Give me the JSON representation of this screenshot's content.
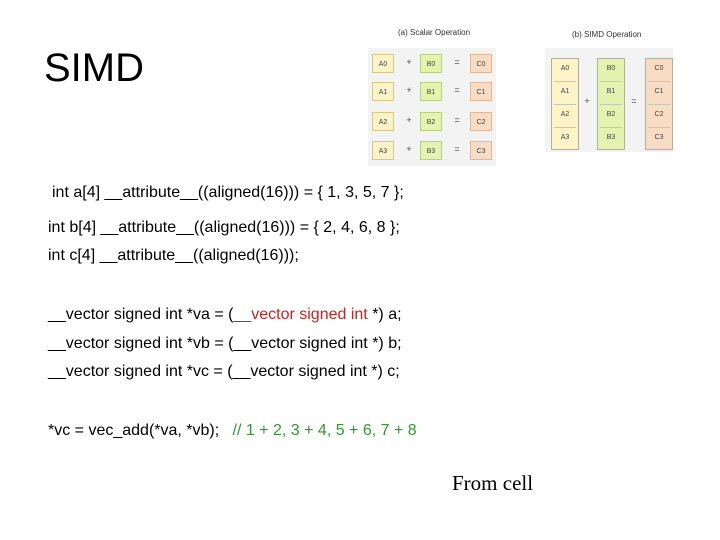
{
  "slide": {
    "title": "SIMD"
  },
  "figure": {
    "scalar_caption": "(a) Scalar Operation",
    "simd_caption": "(b) SIMD Operation",
    "scalar_rows": [
      {
        "a": "A0",
        "op": "+",
        "b": "B0",
        "eq": "=",
        "c": "C0"
      },
      {
        "a": "A1",
        "op": "+",
        "b": "B1",
        "eq": "=",
        "c": "C1"
      },
      {
        "a": "A2",
        "op": "+",
        "b": "B2",
        "eq": "=",
        "c": "C2"
      },
      {
        "a": "A3",
        "op": "+",
        "b": "B3",
        "eq": "=",
        "c": "C3"
      }
    ],
    "simd_a": [
      "A0",
      "A1",
      "A2",
      "A3"
    ],
    "simd_b": [
      "B0",
      "B1",
      "B2",
      "B3"
    ],
    "simd_c": [
      "C0",
      "C1",
      "C2",
      "C3"
    ],
    "simd_op": "+",
    "simd_eq": "="
  },
  "code": {
    "line1": "int a[4] __attribute__((aligned(16))) = { 1, 3, 5, 7 };",
    "line2": "int b[4] __attribute__((aligned(16))) = { 2, 4, 6, 8 };",
    "line3": "int c[4] __attribute__((aligned(16)));",
    "line4_pre": "__vector signed int *va = (",
    "line4_red": "__vector signed int",
    "line4_post": " *) a;",
    "line5": "__vector signed int *vb = (__vector signed int *) b;",
    "line6": "__vector signed int *vc = (__vector signed int *) c;",
    "line7_code": "*vc = vec_add(*va, *vb);   ",
    "line7_comment": "// 1 + 2, 3 + 4, 5 + 6, 7 + 8"
  },
  "footer": {
    "source": "From cell"
  },
  "colors": {
    "highlight_red": "#cc2020",
    "comment_green": "#2e9a2e",
    "cell_a": "#fdf3c8",
    "cell_b": "#e6f3b0",
    "cell_c": "#f8dcc4"
  }
}
